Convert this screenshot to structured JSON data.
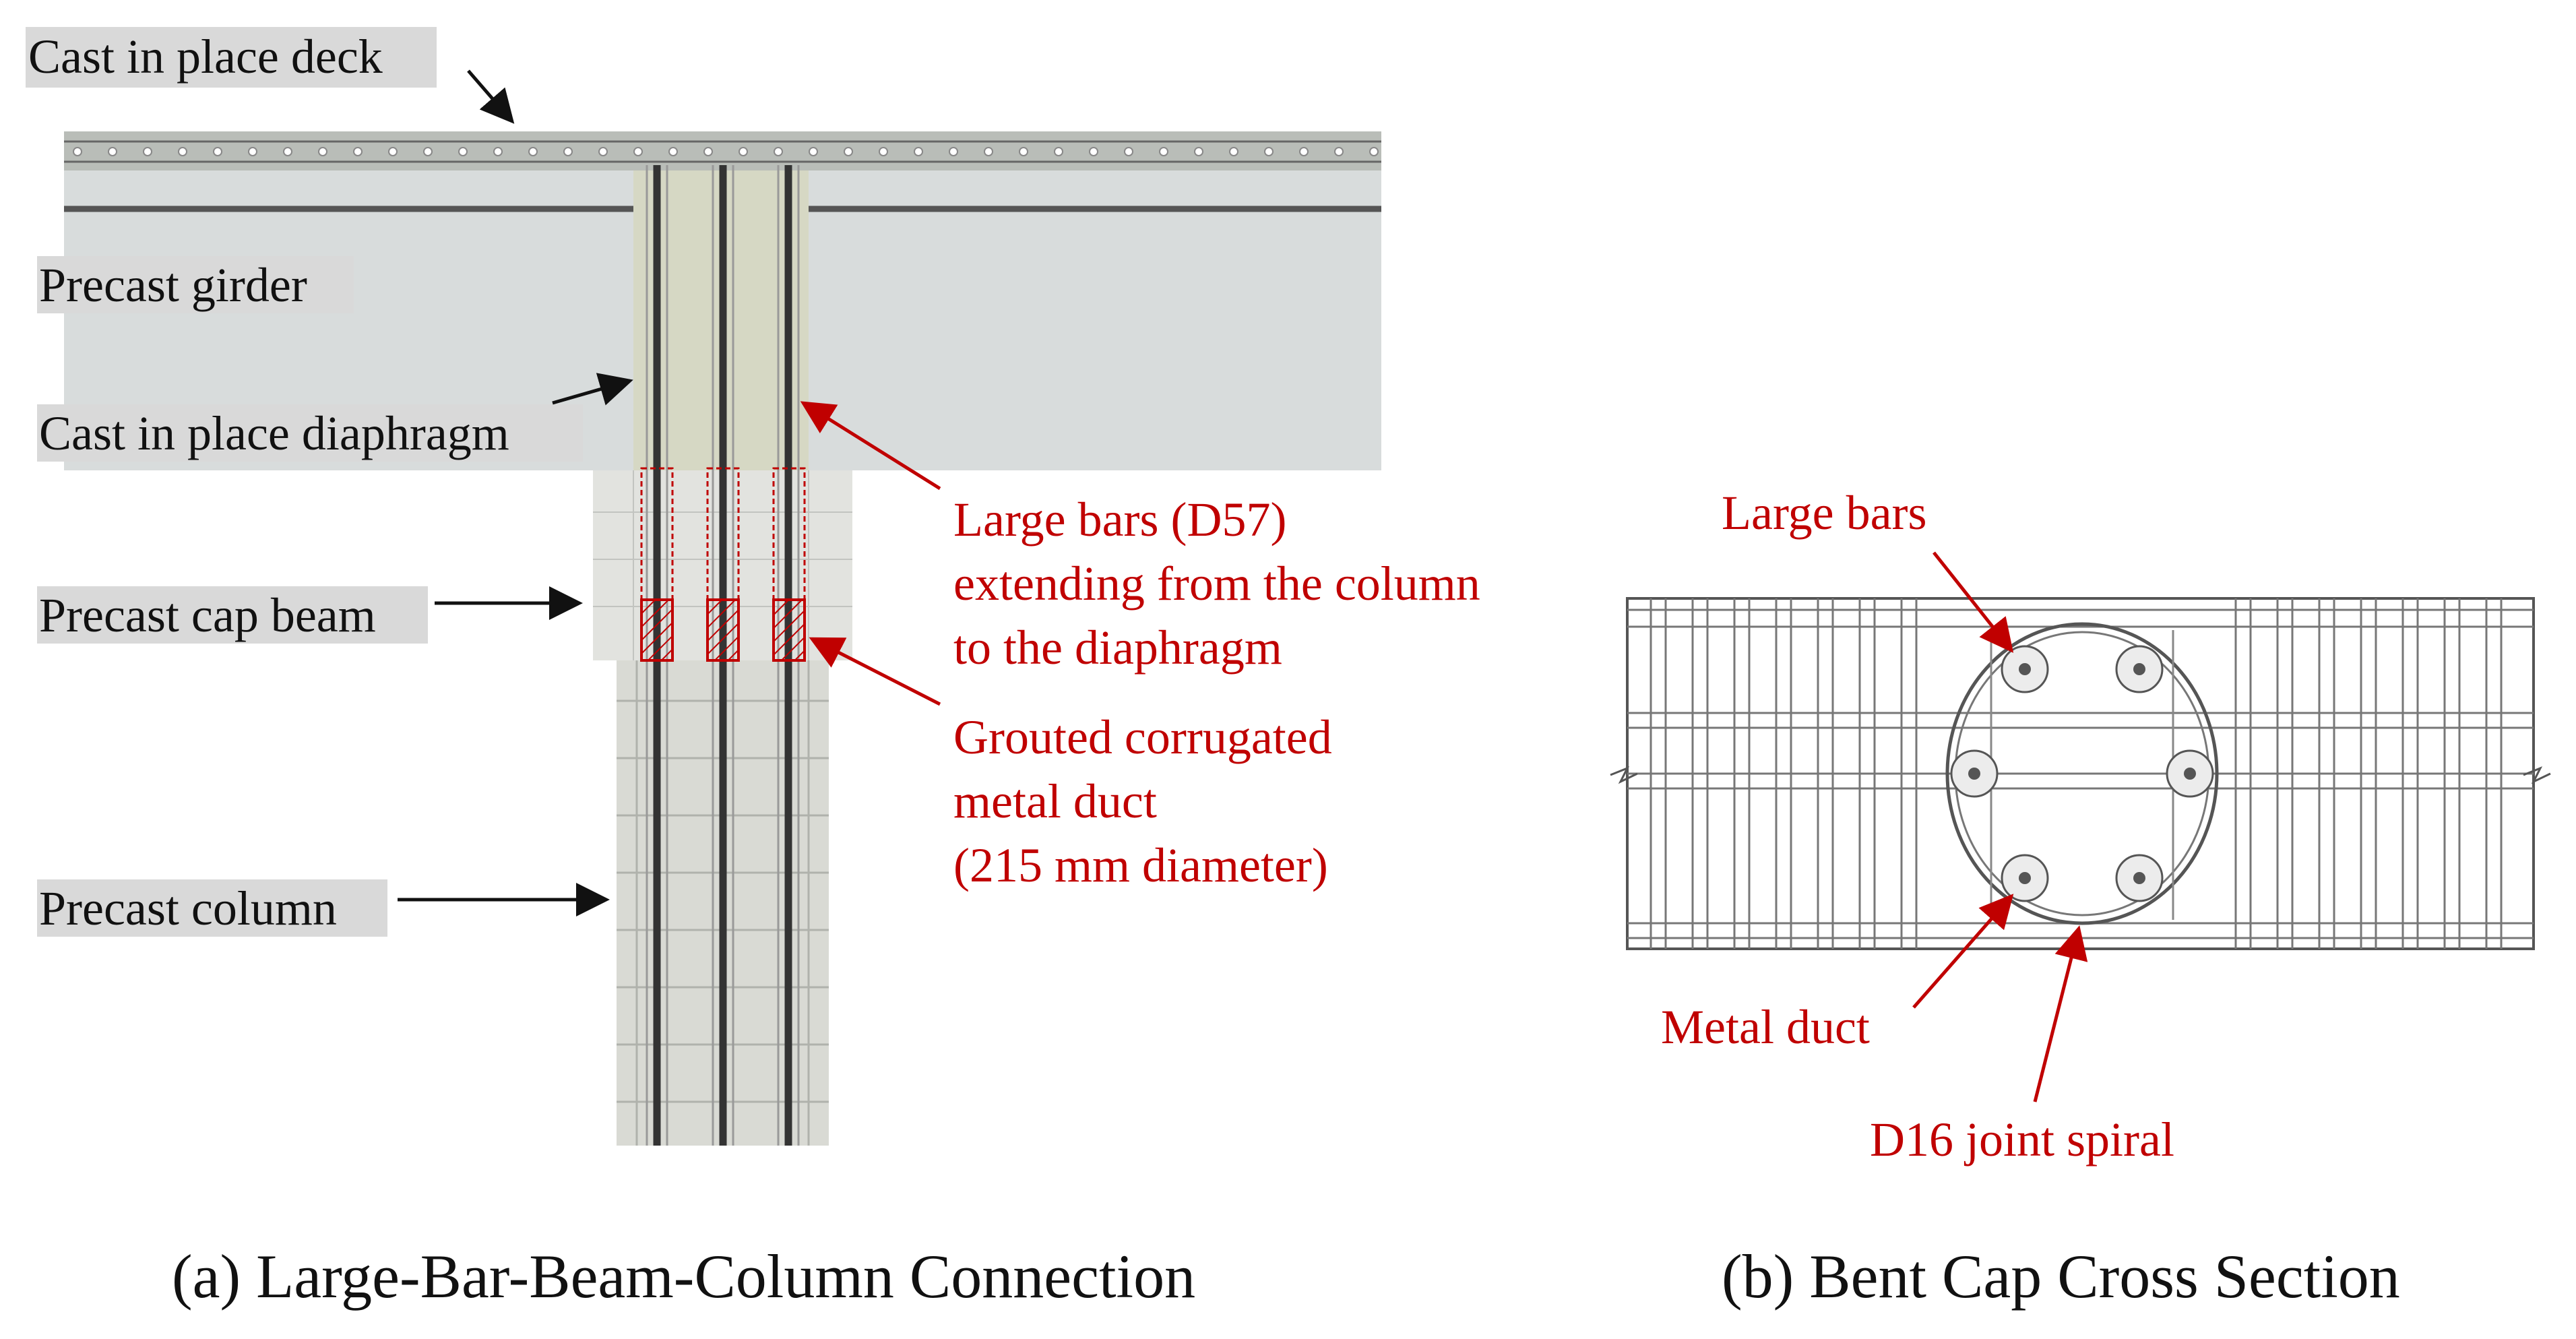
{
  "colors": {
    "annotation_red": "#c00000",
    "label_highlight": "#d9d9d9",
    "concrete_light": "#d8dcdc",
    "concrete_infill": "#d6d8c4",
    "rebar": "#333333"
  },
  "panel_a": {
    "labels": {
      "deck": "Cast in place deck",
      "girder": "Precast girder",
      "diaphragm": "Cast in place diaphragm",
      "cap_beam": "Precast cap beam",
      "column": "Precast column"
    },
    "red_notes": {
      "large_bars": [
        "Large bars (D57)",
        "extending from the column",
        "to the diaphragm"
      ],
      "duct": [
        "Grouted corrugated",
        "metal duct",
        "(215 mm diameter)"
      ]
    },
    "caption": "(a) Large-Bar-Beam-Column Connection"
  },
  "panel_b": {
    "red_notes": {
      "large_bars": "Large bars",
      "metal_duct": "Metal duct",
      "spiral": "D16 joint spiral"
    },
    "caption": "(b) Bent Cap Cross Section"
  }
}
